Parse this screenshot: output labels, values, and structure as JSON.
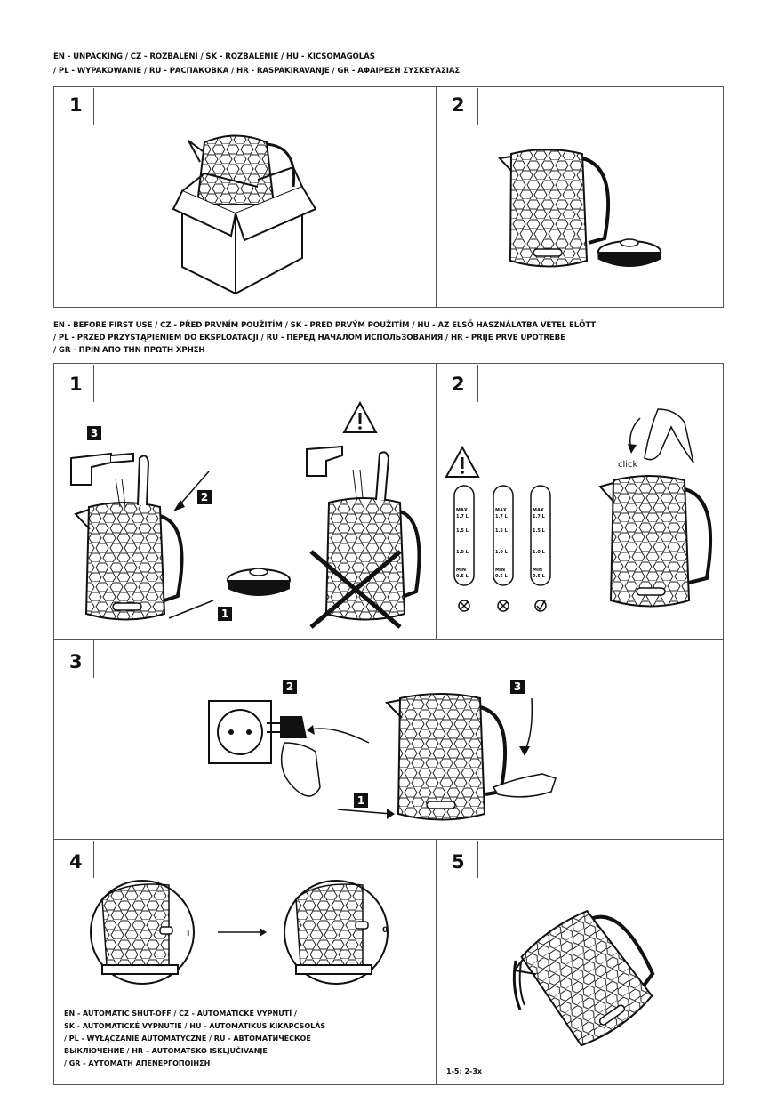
{
  "header1": {
    "line1": "EN - UNPACKING / CZ - ROZBALENÍ / SK - ROZBALENIE / HU - KICSOMAGOLÁS",
    "line2": "/ PL - WYPAKOWANIE / RU - РАСПАКОВКА / HR - RASPAKIRAVANJE / GR - ΑΦΑΙΡΕΣΗ ΣΥΣΚΕΥΑΣΙΑΣ"
  },
  "header2": {
    "line1": "EN - BEFORE FIRST USE / CZ - PŘED PRVNÍM POUŽITÍM / SK - PRED PRVÝM POUŽITÍM / HU - AZ ELSŐ HASZNÁLATBA VÉTEL ELŐTT",
    "line2": "/ PL - PRZED PRZYSTĄPIENIEM DO EKSPLOATACJI / RU - ПЕРЕД НАЧАЛОМ ИСПОЛЬЗОВАНИЯ / HR - PRIJE PRVE UPOTREBE",
    "line3": "/ GR - ΠΡΙΝ ΑΠΟ ΤΗΝ ΠΡΩΤΗ ΧΡΗΣΗ"
  },
  "unpacking": {
    "step1": "1",
    "step2": "2"
  },
  "firstuse": {
    "step1": "1",
    "step2": "2",
    "step3": "3",
    "step4": "4",
    "step5": "5",
    "badges": {
      "b1": "1",
      "b2": "2",
      "b3": "3"
    },
    "click_label": "click",
    "gauge_labels": {
      "max": "MAX",
      "v17": "1.7 L",
      "v15": "1.5 L",
      "v10": "1.0 L",
      "v05": "0.5 L",
      "min": "MIN"
    },
    "switch_on": "I",
    "switch_off": "0"
  },
  "shutoff": {
    "line1": "EN - AUTOMATIC SHUT-OFF / CZ - AUTOMATICKÉ VYPNUTÍ /",
    "line2": "SK - AUTOMATICKÉ VYPNUTIE / HU - AUTOMATIKUS KIKAPCSOLÁS",
    "line3": "/ PL - WYŁĄCZANIE AUTOMATYCZNE / RU - АВТОМАТИЧЕСКОЕ",
    "line4": "ВЫКЛЮЧЕНИЕ / HR – AUTOMATSKO ISKLJUČIVANJE",
    "line5": " / GR - ΑΥΤΟΜΑΤΗ ΑΠΕΝΕΡΓΟΠΟΙΗΣΗ"
  },
  "repeat_note": "1-5: 2-3x"
}
